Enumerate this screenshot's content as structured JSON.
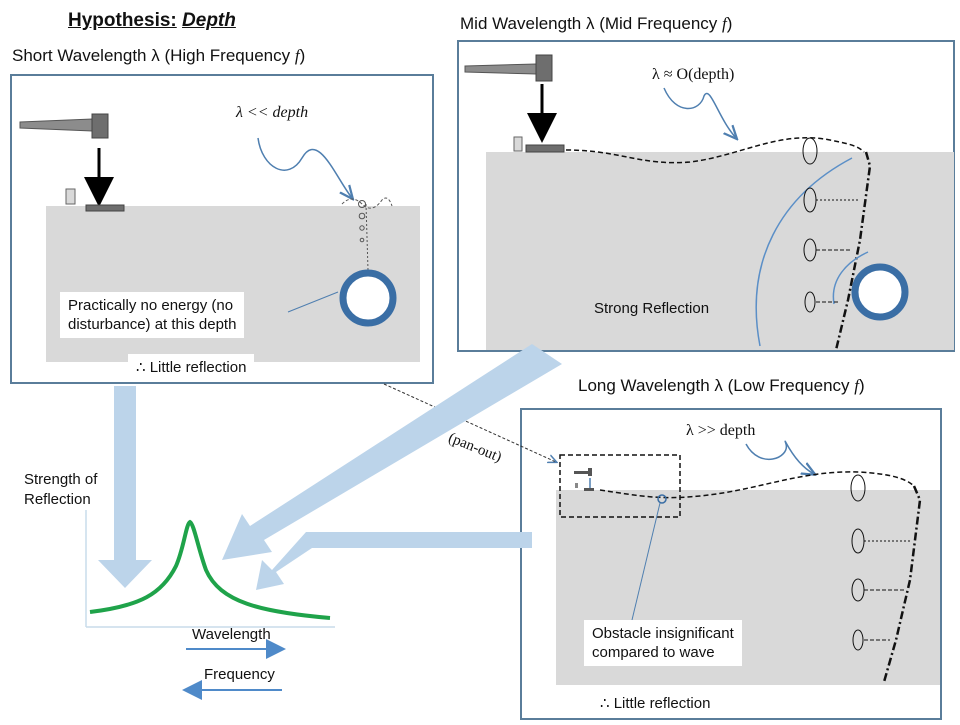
{
  "header": {
    "prefix": "Hypothesis:",
    "emph": "Depth"
  },
  "panels": {
    "short": {
      "title_pre": "Short Wavelength λ (High Frequency ",
      "title_f": "f",
      "title_post": ")",
      "lambda_label": "λ << depth",
      "note_line1": "Practically no energy (no",
      "note_line2": "disturbance) at this depth",
      "result": "∴  Little reflection"
    },
    "mid": {
      "title_pre": "Mid Wavelength λ (Mid Frequency ",
      "title_f": "f",
      "title_post": ")",
      "lambda_label": "λ ≈ O(depth)",
      "result": "Strong Reflection"
    },
    "long": {
      "title_pre": "Long Wavelength λ (Low Frequency ",
      "title_f": "f",
      "title_post": ")",
      "lambda_label": "λ >> depth",
      "note_line1": "Obstacle insignificant",
      "note_line2": "compared to wave",
      "result": "∴  Little reflection"
    }
  },
  "pan_out": "(pan-out)",
  "graph": {
    "ylabel_line1": "Strength of",
    "ylabel_line2": "Reflection",
    "xlabel": "Wavelength",
    "xlabel2": "Frequency"
  },
  "colors": {
    "panel_border": "#5a7d9a",
    "ground": "#d9d9d9",
    "pipe": "#3a6ea5",
    "arrow_fill": "#bcd4ea",
    "curve": "#1fa34a",
    "axis_arrow": "#4f8ac9"
  }
}
